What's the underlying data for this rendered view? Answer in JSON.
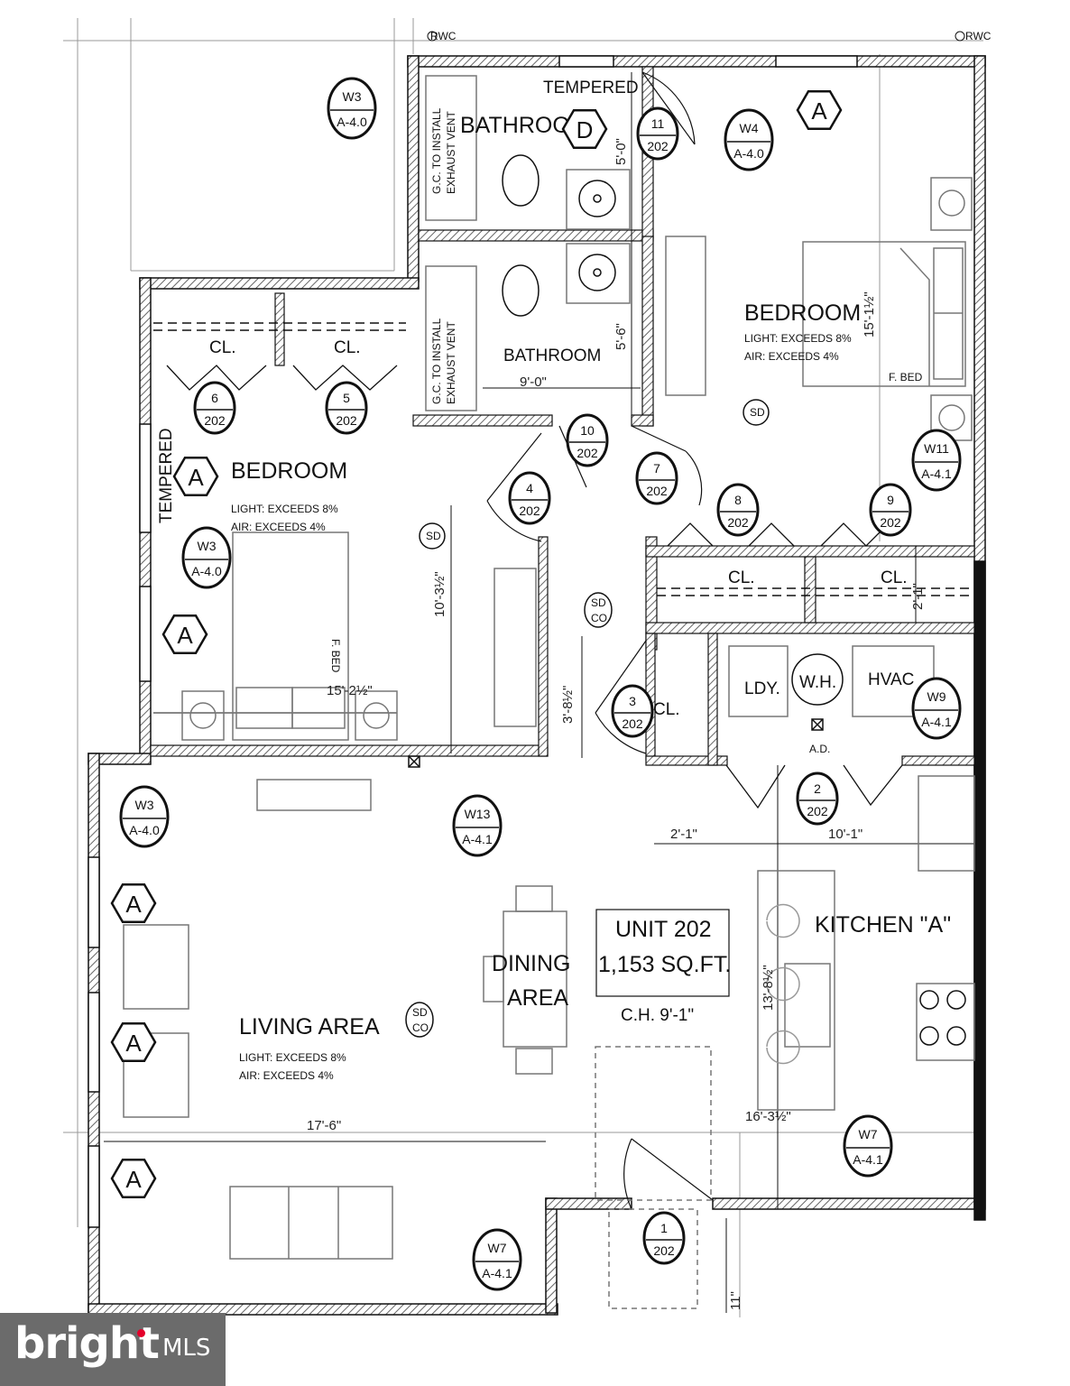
{
  "grid_marks": {
    "rwc_left": "RWC",
    "rwc_right": "RWC"
  },
  "unit": {
    "name": "UNIT 202",
    "area": "1,153 SQ.FT.",
    "ceiling": "C.H. 9'-1\""
  },
  "rooms": {
    "bath_top": "BATHROOM",
    "bath_bottom": "BATHROOM",
    "bed_left": "BEDROOM",
    "bed_right": "BEDROOM",
    "living": "LIVING AREA",
    "dining_1": "DINING",
    "dining_2": "AREA",
    "kitchen": "KITCHEN \"A\"",
    "closet_1": "CL.",
    "closet_2": "CL.",
    "closet_3": "CL.",
    "closet_4": "CL.",
    "closet_5": "CL.",
    "laundry": "LDY.",
    "water_heater": "W.H.",
    "hvac": "HVAC"
  },
  "notes": {
    "tempered_top": "TEMPERED",
    "tempered_left": "TEMPERED",
    "vent_1a": "G.C. TO INSTALL",
    "vent_1b": "EXHAUST VENT",
    "vent_2a": "G.C. TO INSTALL",
    "vent_2b": "EXHAUST VENT",
    "light": "LIGHT: EXCEEDS 8%",
    "air": "AIR: EXCEEDS 4%",
    "f_bed": "F. BED",
    "f_bed_left": "F. BED",
    "ad": "A.D.",
    "sd": "SD",
    "co": "CO"
  },
  "dimensions": {
    "d_5_0": "5'-0\"",
    "d_5_6": "5'-6\"",
    "d_9_0": "9'-0\"",
    "d_15_1": "15'-1½\"",
    "d_10_3": "10'-3½\"",
    "d_15_2": "15'-2½\"",
    "d_3_8": "3'-8½\"",
    "d_2_1v": "2'-1\"",
    "d_2_1": "2'-1\"",
    "d_10_1": "10'-1\"",
    "d_17_6": "17'-6\"",
    "d_16_3": "16'-3½\"",
    "d_13_8": "13'-8½\"",
    "d_11": "11\""
  },
  "door_tags": [
    {
      "num": "11",
      "sheet": "202"
    },
    {
      "num": "6",
      "sheet": "202"
    },
    {
      "num": "5",
      "sheet": "202"
    },
    {
      "num": "10",
      "sheet": "202"
    },
    {
      "num": "7",
      "sheet": "202"
    },
    {
      "num": "4",
      "sheet": "202"
    },
    {
      "num": "8",
      "sheet": "202"
    },
    {
      "num": "9",
      "sheet": "202"
    },
    {
      "num": "3",
      "sheet": "202"
    },
    {
      "num": "2",
      "sheet": "202"
    },
    {
      "num": "1",
      "sheet": "202"
    }
  ],
  "window_tags": [
    {
      "id": "W3",
      "ref": "A-4.0"
    },
    {
      "id": "W4",
      "ref": "A-4.0"
    },
    {
      "id": "W11",
      "ref": "A-4.1"
    },
    {
      "id": "W3",
      "ref": "A-4.0"
    },
    {
      "id": "W9",
      "ref": "A-4.1"
    },
    {
      "id": "W13",
      "ref": "A-4.1"
    },
    {
      "id": "W3",
      "ref": "A-4.0"
    },
    {
      "id": "W7",
      "ref": "A-4.1"
    },
    {
      "id": "W7",
      "ref": "A-4.1"
    }
  ],
  "type_marks": {
    "a": "A",
    "d": "D"
  },
  "watermark": {
    "brand": "bright",
    "suffix": "MLS",
    "accent": "#e4002b"
  },
  "colors": {
    "line": "#111111",
    "hatch": "#555555",
    "logo_bg": "#6b6b6b"
  }
}
